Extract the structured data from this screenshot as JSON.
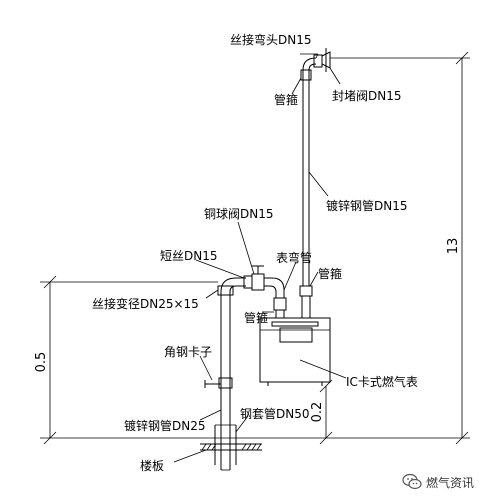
{
  "labels": {
    "thread_elbow": "丝接弯头DN15",
    "cap_valve": "封堵阀DN15",
    "pipe_clamp_top": "管箍",
    "galv_pipe_dn15": "镀锌钢管DN15",
    "ball_valve": "铜球阀DN15",
    "short_thread": "短丝DN15",
    "meter_hose": "表弯管",
    "pipe_clamp_right": "管箍",
    "reducer": "丝接变径DN25×15",
    "pipe_clamp_bottom": "管箍",
    "angle_clip": "角钢卡子",
    "ic_meter": "IC卡式燃气表",
    "galv_pipe_dn25": "镀锌钢管DN25",
    "sleeve": "钢套管DN50",
    "floor": "楼板"
  },
  "dimensions": {
    "height_total": "13",
    "height_branch": "0.5",
    "height_meter": "0.2"
  },
  "watermark": {
    "text": "燃气资讯",
    "icon": "wechat-icon"
  }
}
